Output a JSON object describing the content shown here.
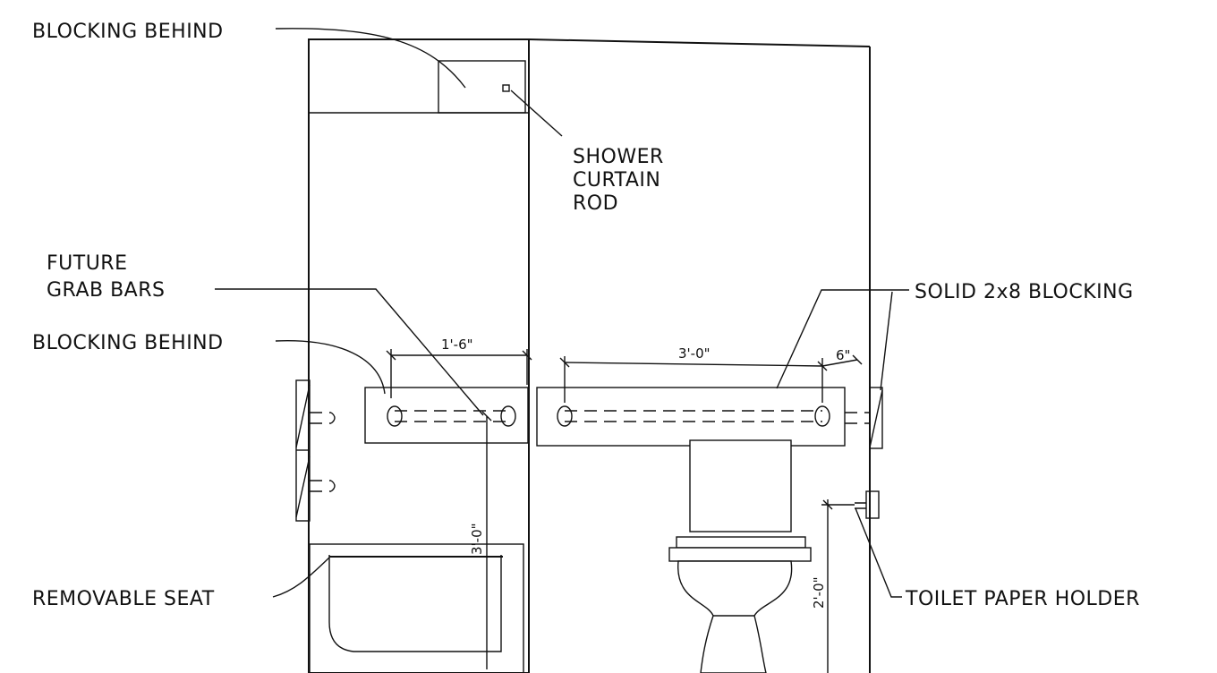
{
  "labels": {
    "blocking_behind_top": "BLOCKING BEHIND",
    "shower_curtain_line1": "SHOWER",
    "shower_curtain_line2": "CURTAIN",
    "shower_curtain_line3": "ROD",
    "future_grab_bars_line1": "FUTURE",
    "future_grab_bars_line2": "GRAB BARS",
    "blocking_behind_mid": "BLOCKING BEHIND",
    "solid_blocking": "SOLID 2x8 BLOCKING",
    "removable_seat": "REMOVABLE SEAT",
    "toilet_paper_holder": "TOILET PAPER HOLDER"
  },
  "dimensions": {
    "shower_bar_width": "1'-6\"",
    "toilet_bar_width": "3'-0\"",
    "toilet_bar_offset": "6\"",
    "shower_bar_height": "3'-0\"",
    "paper_holder_height": "2'-0\""
  }
}
